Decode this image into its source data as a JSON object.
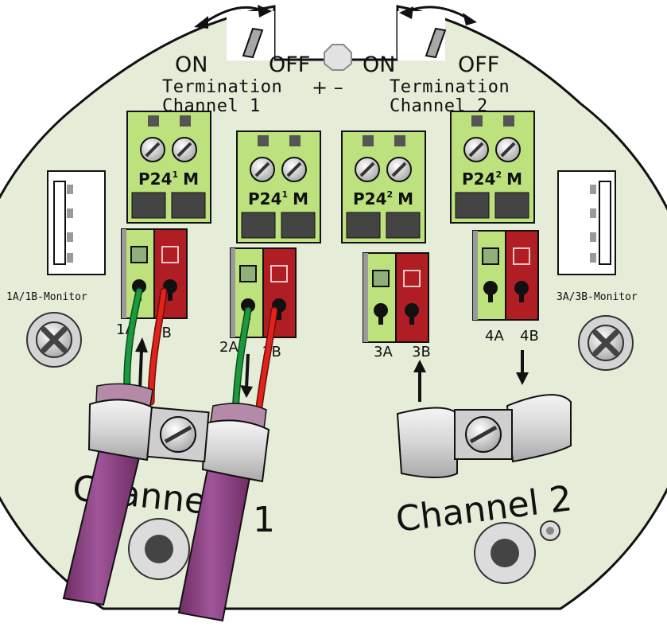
{
  "switches": {
    "left": {
      "on": "ON",
      "off": "OFF"
    },
    "right": {
      "on": "ON",
      "off": "OFF"
    }
  },
  "termination": {
    "left": {
      "line1": "Termination",
      "line2": "Channel 1"
    },
    "right": {
      "line1": "Termination",
      "line2": "Channel 2"
    },
    "polarity": "+ –"
  },
  "plugs": [
    {
      "base": "P24",
      "sup": "1",
      "suffix": "M"
    },
    {
      "base": "P24",
      "sup": "1",
      "suffix": "M"
    },
    {
      "base": "P24",
      "sup": "2",
      "suffix": "M"
    },
    {
      "base": "P24",
      "sup": "2",
      "suffix": "M"
    }
  ],
  "wire_terminals": [
    {
      "a": "1A",
      "b": "1B"
    },
    {
      "a": "2A",
      "b": "2B"
    },
    {
      "a": "3A",
      "b": "3B"
    },
    {
      "a": "4A",
      "b": "4B"
    }
  ],
  "monitors": {
    "left": "1A/1B-Monitor",
    "right": "3A/3B-Monitor"
  },
  "channels": {
    "left": {
      "text": "Channel",
      "number": "1"
    },
    "right": {
      "text": "Channel 2"
    }
  },
  "colors": {
    "board": "#e5ecd7",
    "terminal_green": "#bde27d",
    "terminal_red": "#b01d23",
    "cable": "#8e3f80",
    "wire_green": "#1a9a3c",
    "wire_red": "#e2231a"
  }
}
